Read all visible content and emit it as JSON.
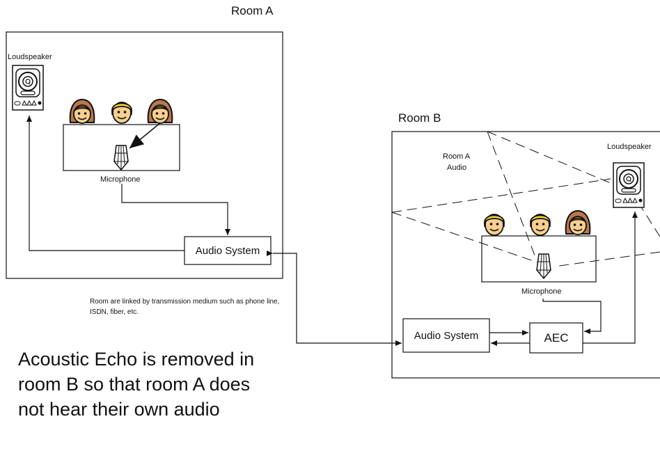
{
  "room_a": {
    "title": "Room A",
    "loudspeaker_label": "Loudspeaker",
    "microphone_label": "Microphone",
    "audio_system_label": "Audio System"
  },
  "room_b": {
    "title": "Room B",
    "loudspeaker_label": "Loudspeaker",
    "microphone_label": "Microphone",
    "audio_system_label": "Audio System",
    "aec_label": "AEC",
    "echo_label_line1": "Room A",
    "echo_label_line2": "Audio"
  },
  "link_note": "Room are linked by transmission medium such as phone line, ISDN, fiber, etc.",
  "caption": "Acoustic Echo is removed in room B so that room A does not hear their own audio",
  "colors": {
    "hair_brown": "#b9774a",
    "hair_yellow": "#f4d33a",
    "skin": "#f7cf8f",
    "line": "#111111"
  }
}
